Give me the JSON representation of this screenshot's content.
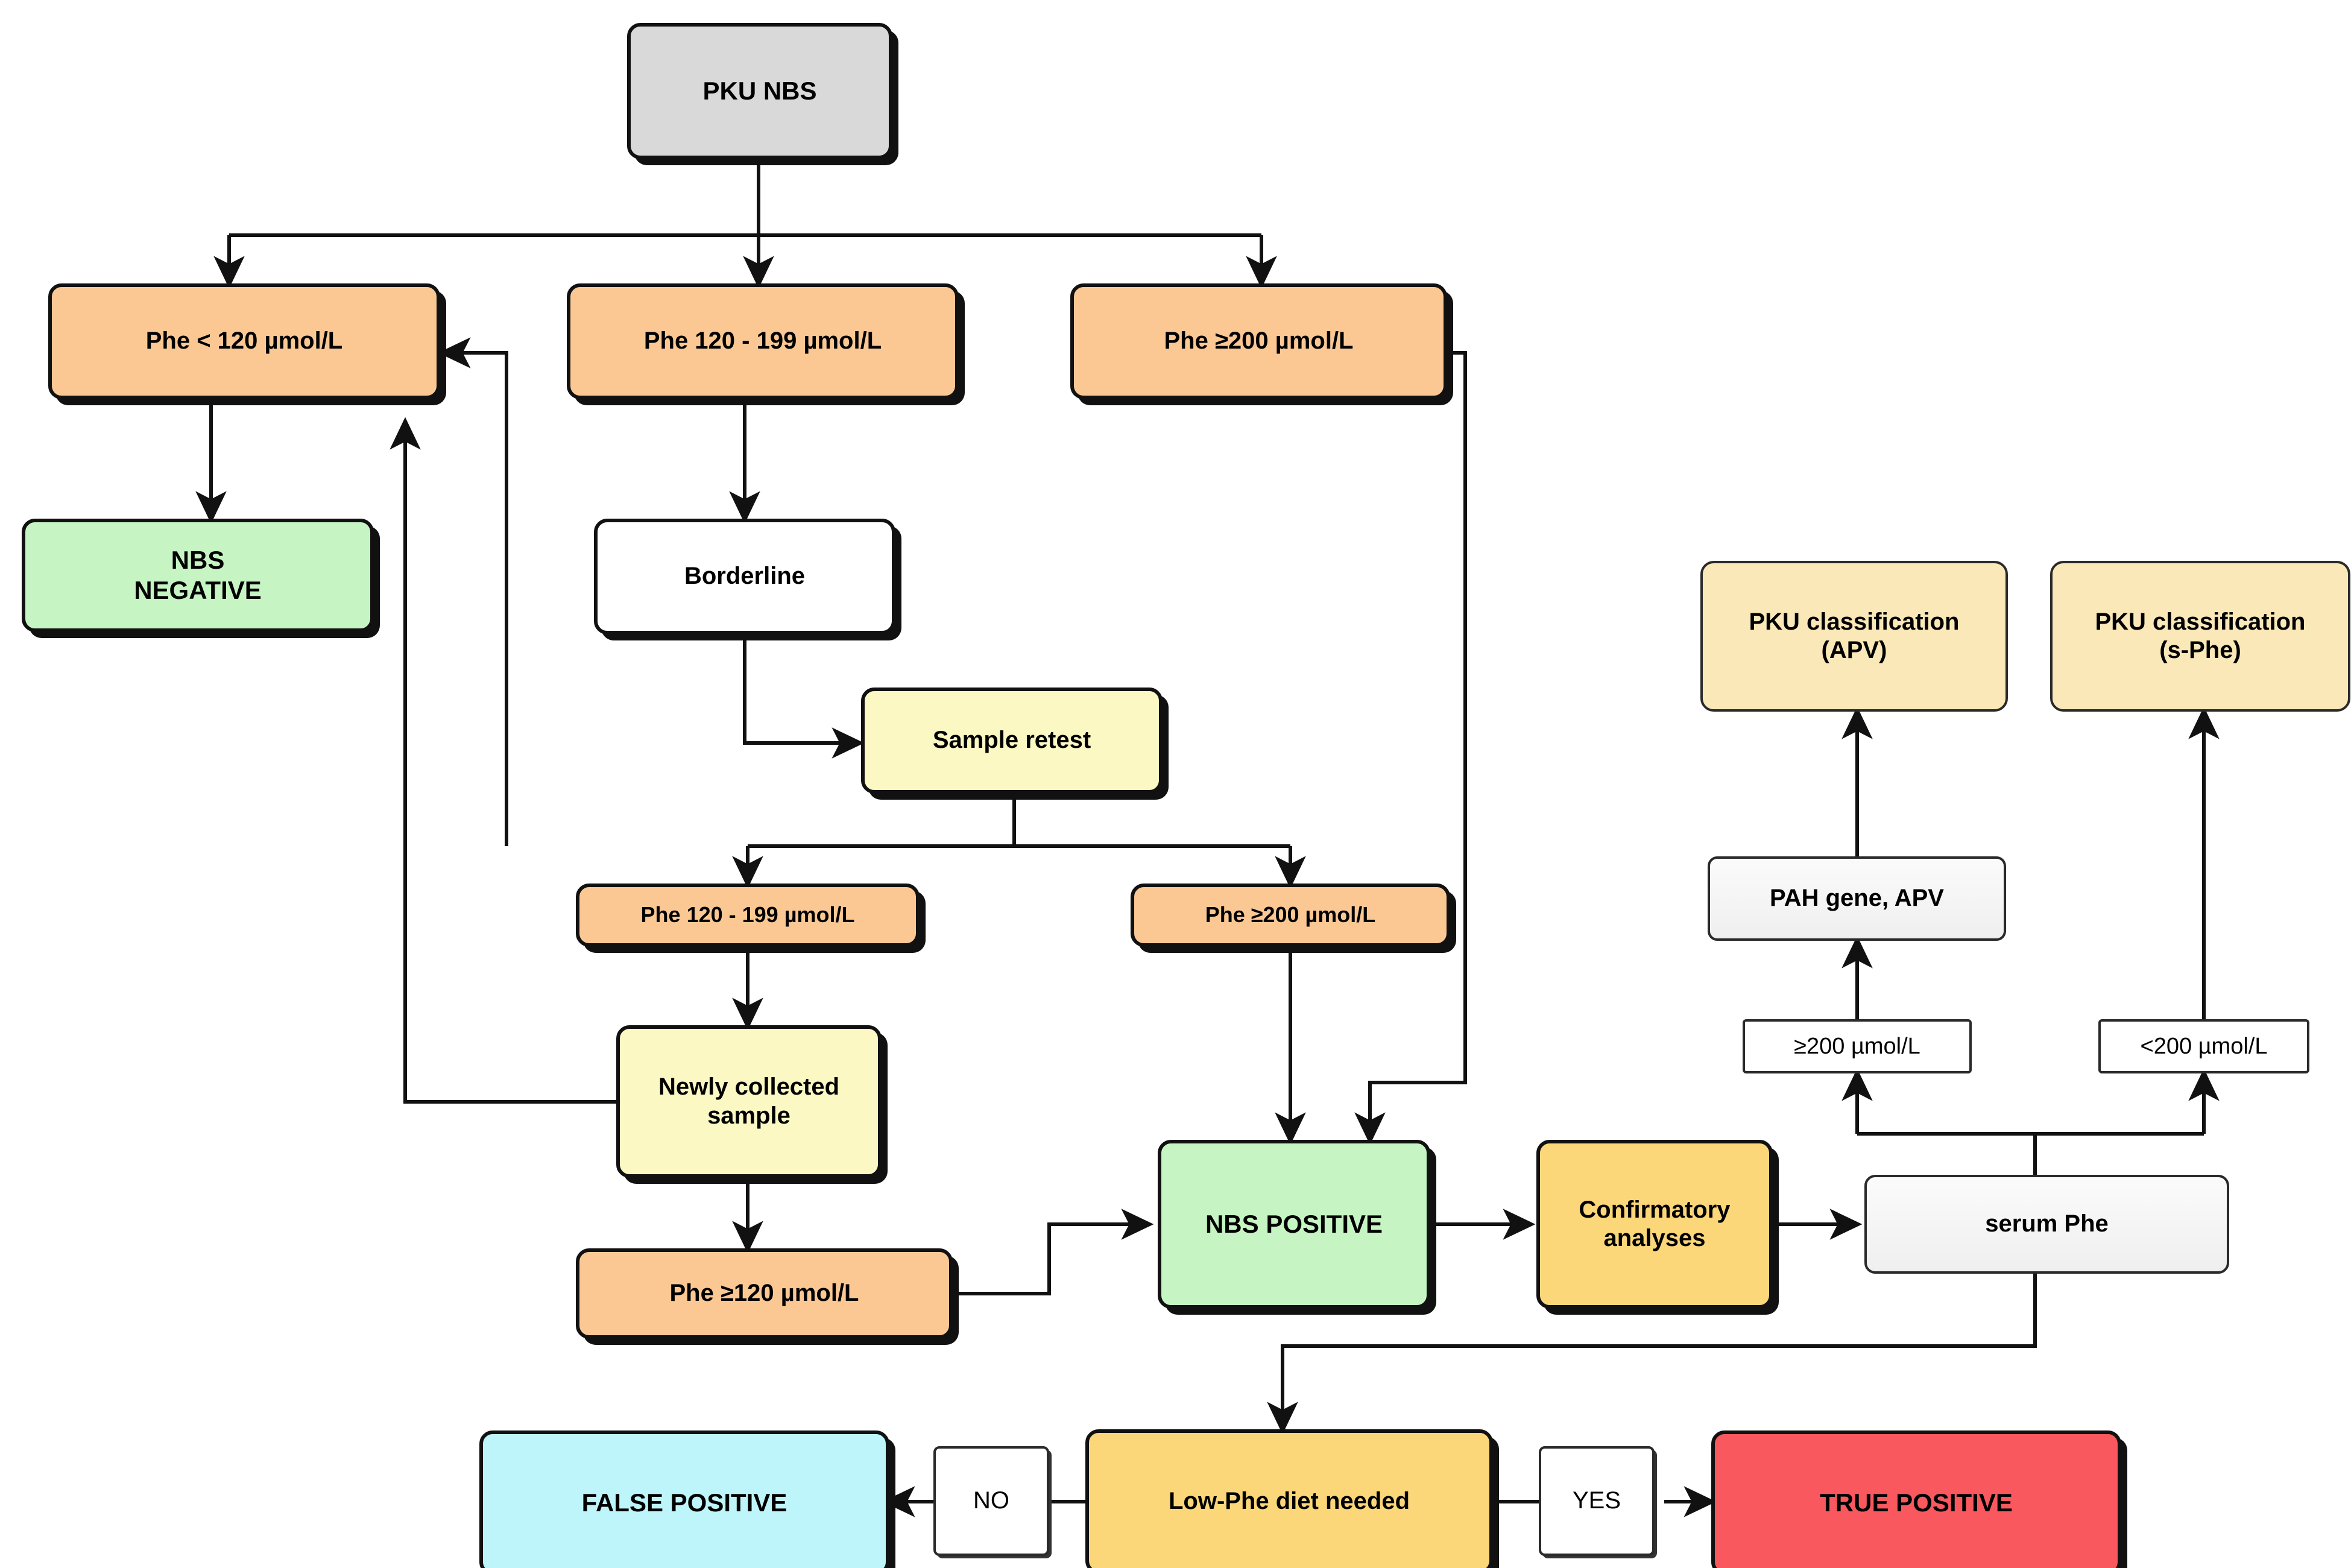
{
  "diagram": {
    "title": "PKU newborn screening (NBS) diagnostic algorithm flowchart",
    "colors": {
      "grey": "#d9d9d9",
      "orange": "#fbc894",
      "green": "#c6f5c3",
      "light_yellow": "#fcf8c3",
      "cream": "#fbe8b8",
      "gold": "#fbd779",
      "cyan": "#bdf5fa",
      "red": "#f9585e",
      "white": "#ffffff",
      "edge": "#111111"
    }
  },
  "nodes": {
    "pku_nbs": "PKU NBS",
    "phe_lt_120": "Phe < 120 µmol/L",
    "phe_120_199_top": "Phe 120 - 199 µmol/L",
    "phe_ge_200_top": "Phe ≥200 µmol/L",
    "nbs_negative": "NBS\nNEGATIVE",
    "borderline": "Borderline",
    "sample_retest": "Sample retest",
    "phe_120_199_mid": "Phe 120 - 199 µmol/L",
    "phe_ge_200_mid": "Phe ≥200 µmol/L",
    "newly_collected_sample": "Newly collected\nsample",
    "phe_ge_120": "Phe ≥120 µmol/L",
    "nbs_positive": "NBS POSITIVE",
    "confirmatory_analyses": "Confirmatory\nanalyses",
    "serum_phe": "serum Phe",
    "ge_200_label": "≥200 µmol/L",
    "lt_200_label": "<200 µmol/L",
    "pah_gene_apv": "PAH gene, APV",
    "pku_classification_apv": "PKU classification\n(APV)",
    "pku_classification_sphe": "PKU classification\n(s-Phe)",
    "low_phe_diet": "Low-Phe diet needed",
    "no_label": "NO",
    "yes_label": "YES",
    "false_positive": "FALSE POSITIVE",
    "true_positive": "TRUE POSITIVE"
  }
}
